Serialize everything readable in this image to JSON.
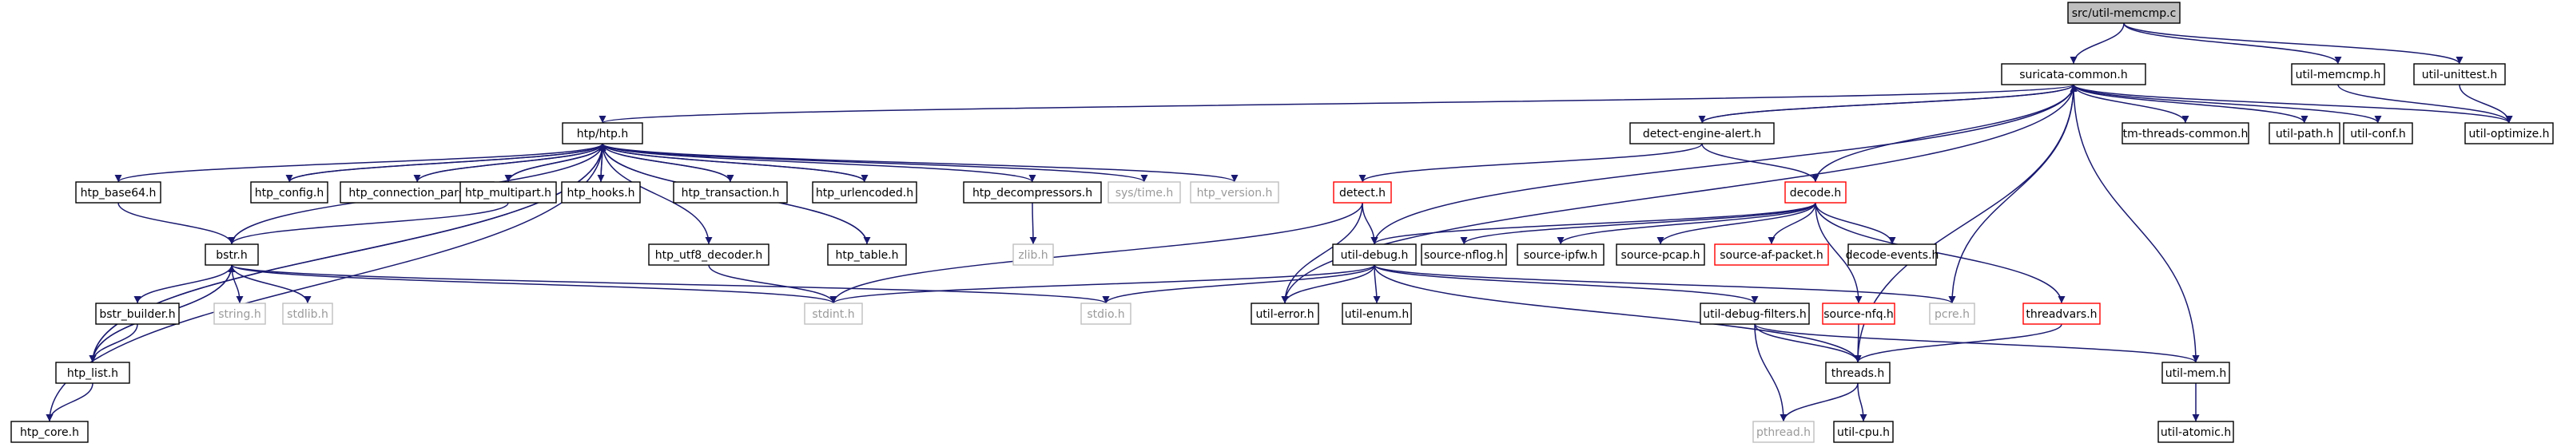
{
  "graph": {
    "root": "src/util-memcmp.c",
    "colors": {
      "edge": "#191970",
      "normal_border": "#000000",
      "incomplete_border": "#ff0000",
      "external_border": "#bfbfbf",
      "root_fill": "#bfbfbf"
    },
    "nodes": [
      {
        "id": "root",
        "label": "src/util-memcmp.c",
        "style": "root"
      },
      {
        "id": "sc",
        "label": "suricata-common.h",
        "style": "normal"
      },
      {
        "id": "umc",
        "label": "util-memcmp.h",
        "style": "normal"
      },
      {
        "id": "uut",
        "label": "util-unittest.h",
        "style": "normal"
      },
      {
        "id": "htp",
        "label": "htp/htp.h",
        "style": "normal"
      },
      {
        "id": "dea",
        "label": "detect-engine-alert.h",
        "style": "normal"
      },
      {
        "id": "tmc",
        "label": "tm-threads-common.h",
        "style": "normal"
      },
      {
        "id": "upath",
        "label": "util-path.h",
        "style": "normal"
      },
      {
        "id": "uconf",
        "label": "util-conf.h",
        "style": "normal"
      },
      {
        "id": "uopt",
        "label": "util-optimize.h",
        "style": "normal"
      },
      {
        "id": "b64",
        "label": "htp_base64.h",
        "style": "normal"
      },
      {
        "id": "hcfg",
        "label": "htp_config.h",
        "style": "normal"
      },
      {
        "id": "hcp",
        "label": "htp_connection_parser.h",
        "style": "normal"
      },
      {
        "id": "hmp",
        "label": "htp_multipart.h",
        "style": "normal"
      },
      {
        "id": "hhk",
        "label": "htp_hooks.h",
        "style": "normal"
      },
      {
        "id": "htx",
        "label": "htp_transaction.h",
        "style": "normal"
      },
      {
        "id": "hue",
        "label": "htp_urlencoded.h",
        "style": "normal"
      },
      {
        "id": "hdc",
        "label": "htp_decompressors.h",
        "style": "normal"
      },
      {
        "id": "systime",
        "label": "sys/time.h",
        "style": "external"
      },
      {
        "id": "hver",
        "label": "htp_version.h",
        "style": "external"
      },
      {
        "id": "detect",
        "label": "detect.h",
        "style": "incomplete"
      },
      {
        "id": "decode",
        "label": "decode.h",
        "style": "incomplete"
      },
      {
        "id": "bstr",
        "label": "bstr.h",
        "style": "normal"
      },
      {
        "id": "htab",
        "label": "htp_table.h",
        "style": "normal"
      },
      {
        "id": "zlib",
        "label": "zlib.h",
        "style": "external"
      },
      {
        "id": "hu8",
        "label": "htp_utf8_decoder.h",
        "style": "normal"
      },
      {
        "id": "udbg",
        "label": "util-debug.h",
        "style": "normal"
      },
      {
        "id": "snf",
        "label": "source-nflog.h",
        "style": "normal"
      },
      {
        "id": "sipfw",
        "label": "source-ipfw.h",
        "style": "normal"
      },
      {
        "id": "spcap",
        "label": "source-pcap.h",
        "style": "normal"
      },
      {
        "id": "safp",
        "label": "source-af-packet.h",
        "style": "incomplete"
      },
      {
        "id": "dev",
        "label": "decode-events.h",
        "style": "normal"
      },
      {
        "id": "bb",
        "label": "bstr_builder.h",
        "style": "normal"
      },
      {
        "id": "string",
        "label": "string.h",
        "style": "external"
      },
      {
        "id": "stdlib",
        "label": "stdlib.h",
        "style": "external"
      },
      {
        "id": "stdint",
        "label": "stdint.h",
        "style": "external"
      },
      {
        "id": "stdio",
        "label": "stdio.h",
        "style": "external"
      },
      {
        "id": "uerr",
        "label": "util-error.h",
        "style": "normal"
      },
      {
        "id": "uenum",
        "label": "util-enum.h",
        "style": "normal"
      },
      {
        "id": "udf",
        "label": "util-debug-filters.h",
        "style": "normal"
      },
      {
        "id": "snfq",
        "label": "source-nfq.h",
        "style": "incomplete"
      },
      {
        "id": "pcre",
        "label": "pcre.h",
        "style": "external"
      },
      {
        "id": "tvars",
        "label": "threadvars.h",
        "style": "incomplete"
      },
      {
        "id": "hlist",
        "label": "htp_list.h",
        "style": "normal"
      },
      {
        "id": "threads",
        "label": "threads.h",
        "style": "normal"
      },
      {
        "id": "umem",
        "label": "util-mem.h",
        "style": "normal"
      },
      {
        "id": "hcore",
        "label": "htp_core.h",
        "style": "normal"
      },
      {
        "id": "pthread",
        "label": "pthread.h",
        "style": "external"
      },
      {
        "id": "ucpu",
        "label": "util-cpu.h",
        "style": "normal"
      },
      {
        "id": "uatom",
        "label": "util-atomic.h",
        "style": "normal"
      }
    ]
  }
}
